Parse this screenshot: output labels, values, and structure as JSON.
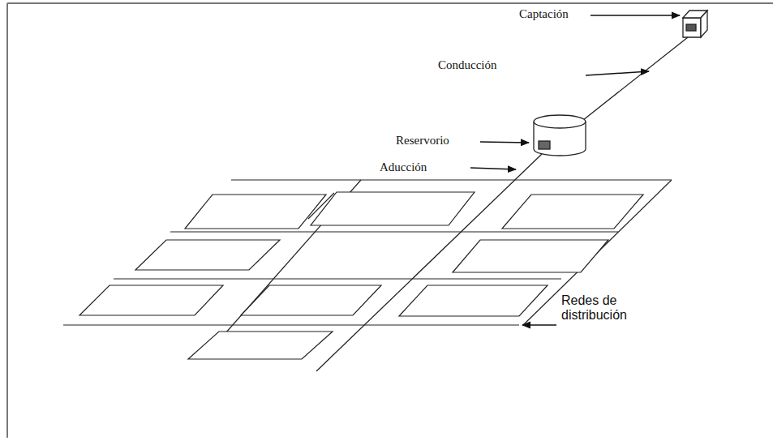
{
  "diagram": {
    "labels": [
      "Captación",
      "Conducción",
      "Reservorio",
      "Aducción",
      "Redes de distribución"
    ]
  }
}
